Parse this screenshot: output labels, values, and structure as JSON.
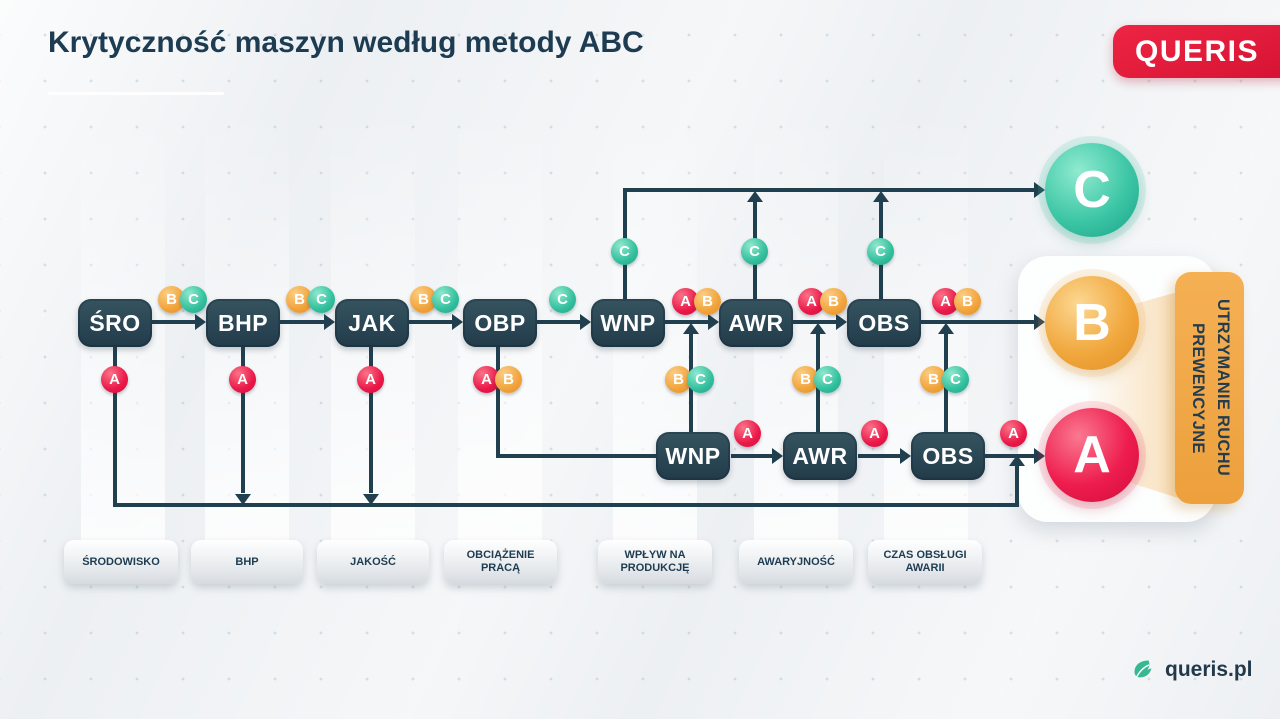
{
  "title": "Krytyczność maszyn według metody ABC",
  "brand": {
    "logo_text": "QUERIS",
    "website": "queris.pl"
  },
  "letters": {
    "a": "A",
    "b": "B",
    "c": "C"
  },
  "nodes": {
    "top": [
      "ŚRO",
      "BHP",
      "JAK",
      "OBP",
      "WNP",
      "AWR",
      "OBS"
    ],
    "bottom": [
      "WNP",
      "AWR",
      "OBS"
    ]
  },
  "outputs": {
    "c": "C",
    "b": "B",
    "a": "A"
  },
  "ribbon": {
    "line1": "PREWENCYJNE",
    "line2": "UTRZYMANIE RUCHU"
  },
  "criteria": [
    "ŚRODOWISKO",
    "BHP",
    "JAKOŚĆ",
    "OBCIĄŻENIE PRACĄ",
    "WPŁYW NA PRODUKCJĘ",
    "AWARYJNOŚĆ",
    "CZAS OBSŁUGI AWARII"
  ],
  "colors": {
    "badge_a": "#ea1848",
    "badge_b": "#f1a33b",
    "badge_c": "#32bf9d",
    "node": "#2a4654",
    "line": "#21404f",
    "title": "#1d3c52",
    "ribbon": "#f0a94a",
    "logo_red": "#d51232",
    "background": "#edf0f3"
  }
}
